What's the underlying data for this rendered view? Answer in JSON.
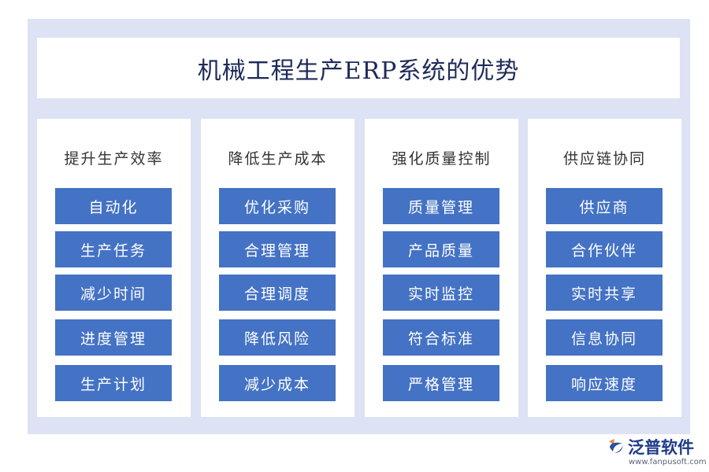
{
  "title": "机械工程生产ERP系统的优势",
  "columns": [
    {
      "heading": "提升生产效率",
      "items": [
        "自动化",
        "生产任务",
        "减少时间",
        "进度管理",
        "生产计划"
      ]
    },
    {
      "heading": "降低生产成本",
      "items": [
        "优化采购",
        "合理管理",
        "合理调度",
        "降低风险",
        "减少成本"
      ]
    },
    {
      "heading": "强化质量控制",
      "items": [
        "质量管理",
        "产品质量",
        "实时监控",
        "符合标准",
        "严格管理"
      ]
    },
    {
      "heading": "供应链协同",
      "items": [
        "供应商",
        "合作伙伴",
        "实时共享",
        "信息协同",
        "响应速度"
      ]
    }
  ],
  "logo": {
    "name": "泛普软件",
    "url": "www.fanpusoft.com",
    "icon": "fanpu-logo-icon"
  },
  "colors": {
    "background_frame": "#dde3f4",
    "item_fill": "#4472c4",
    "title_text": "#1e2a5a"
  }
}
